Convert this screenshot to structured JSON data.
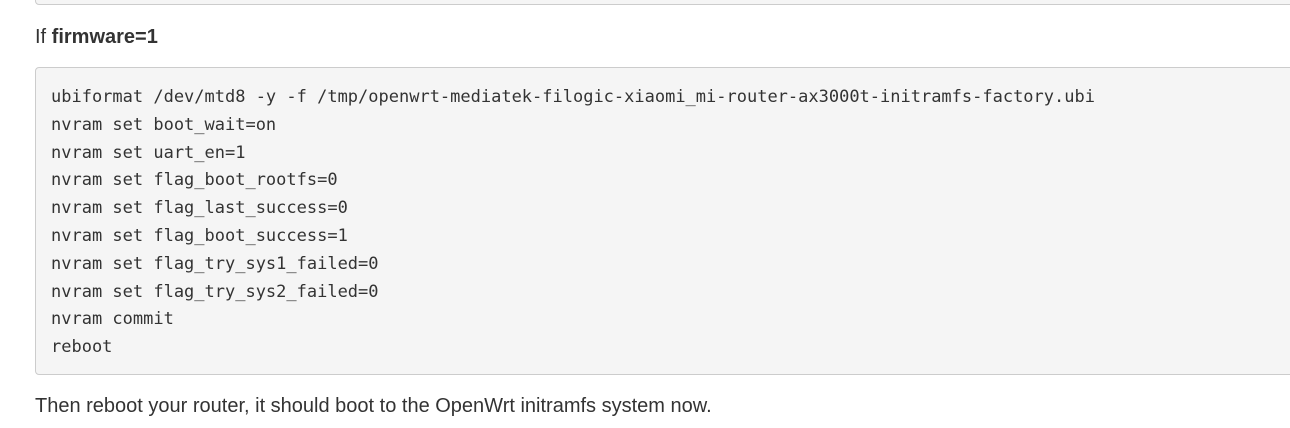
{
  "heading": {
    "prefix": "If ",
    "bold": "firmware=1"
  },
  "code": {
    "lines": [
      "ubiformat /dev/mtd8 -y -f /tmp/openwrt-mediatek-filogic-xiaomi_mi-router-ax3000t-initramfs-factory.ubi",
      "nvram set boot_wait=on",
      "nvram set uart_en=1",
      "nvram set flag_boot_rootfs=0",
      "nvram set flag_last_success=0",
      "nvram set flag_boot_success=1",
      "nvram set flag_try_sys1_failed=0",
      "nvram set flag_try_sys2_failed=0",
      "nvram commit",
      "reboot"
    ]
  },
  "footer": {
    "text": "Then reboot your router, it should boot to the OpenWrt initramfs system now."
  }
}
